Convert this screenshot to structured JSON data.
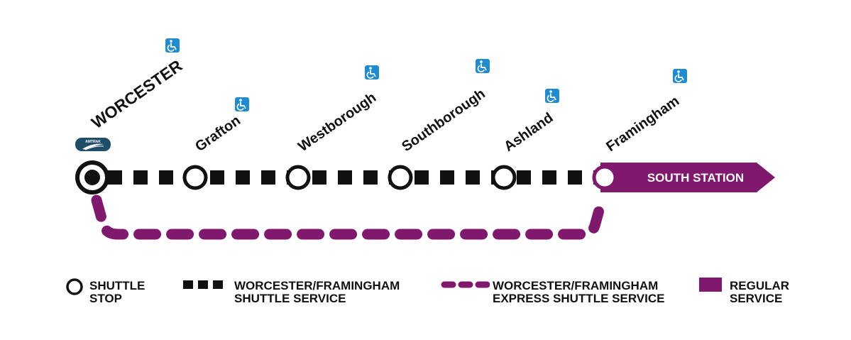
{
  "colors": {
    "shuttle": "#111111",
    "express": "#80186e",
    "regular": "#80186e",
    "accessibility": "#1f8bd0",
    "amtrak_badge": "#1f4e6a"
  },
  "stations": [
    {
      "name": "WORCESTER",
      "terminal": true,
      "accessible": true,
      "amtrak": true
    },
    {
      "name": "Grafton",
      "accessible": true
    },
    {
      "name": "Westborough",
      "accessible": true
    },
    {
      "name": "Southborough",
      "accessible": true
    },
    {
      "name": "Ashland",
      "accessible": true
    },
    {
      "name": "Framingham",
      "accessible": true
    }
  ],
  "amtrak_badge": {
    "text": "AMTRAK",
    "icon": "amtrak-logo-icon"
  },
  "accessibility_icon": "wheelchair-icon",
  "destination": {
    "label": "SOUTH STATION"
  },
  "legend": {
    "shuttle_stop": "SHUTTLE\nSTOP",
    "shuttle_service": "WORCESTER/FRAMINGHAM\nSHUTTLE SERVICE",
    "express_service": "WORCESTER/FRAMINGHAM\nEXPRESS SHUTTLE SERVICE",
    "regular_service": "REGULAR\nSERVICE"
  }
}
